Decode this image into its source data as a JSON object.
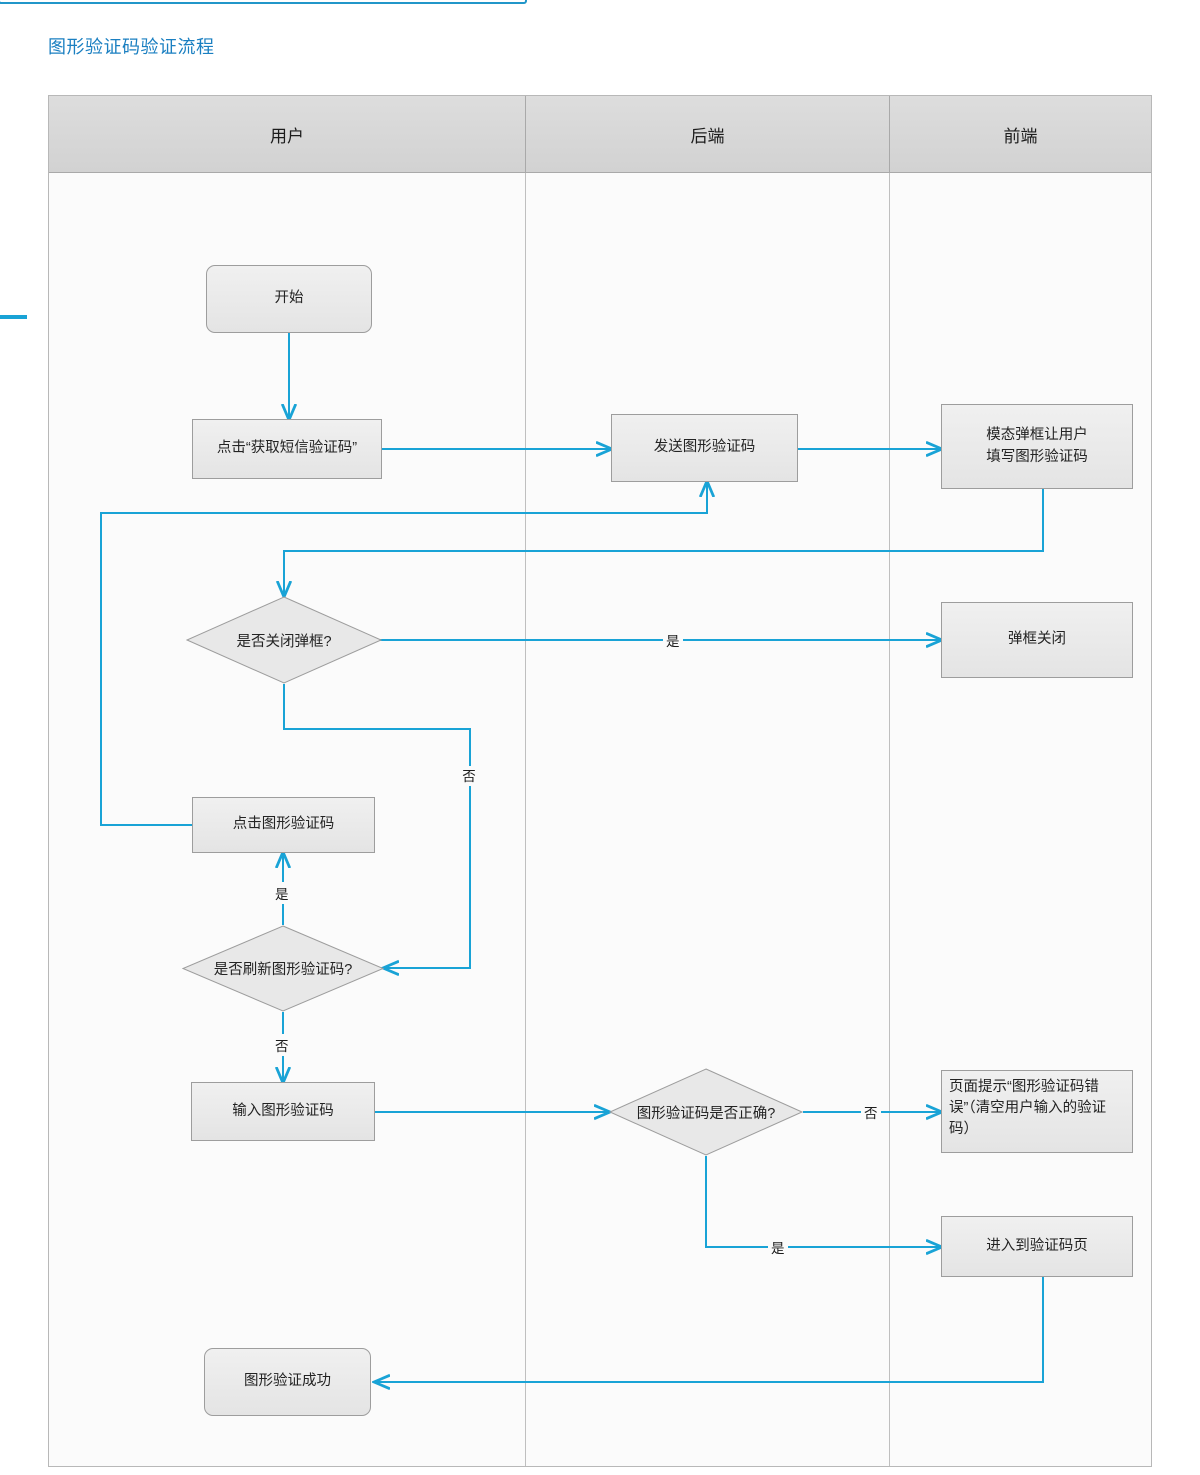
{
  "title": "图形验证码验证流程",
  "accent_color": "#1a7fc1",
  "link_color": "#19a3d6",
  "node_fill": "#ebebeb",
  "node_stroke": "#9d9d9d",
  "lanes": [
    {
      "id": "user",
      "label": "用户"
    },
    {
      "id": "backend",
      "label": "后端"
    },
    {
      "id": "frontend",
      "label": "前端"
    }
  ],
  "nodes": [
    {
      "id": "start",
      "lane": "user",
      "shape": "rounded-rect",
      "label": "开始"
    },
    {
      "id": "click-sms",
      "lane": "user",
      "shape": "rect",
      "label": "点击“获取短信验证码”"
    },
    {
      "id": "send-captcha",
      "lane": "backend",
      "shape": "rect",
      "label": "发送图形验证码"
    },
    {
      "id": "modal",
      "lane": "frontend",
      "shape": "rect",
      "label": "模态弹框让用户\n填写图形验证码"
    },
    {
      "id": "close-modal-q",
      "lane": "user",
      "shape": "diamond",
      "label": "是否关闭弹框?"
    },
    {
      "id": "modal-closed",
      "lane": "frontend",
      "shape": "rect",
      "label": "弹框关闭"
    },
    {
      "id": "click-captcha",
      "lane": "user",
      "shape": "rect",
      "label": "点击图形验证码"
    },
    {
      "id": "refresh-q",
      "lane": "user",
      "shape": "diamond",
      "label": "是否刷新图形验证码?"
    },
    {
      "id": "input-captcha",
      "lane": "user",
      "shape": "rect",
      "label": "输入图形验证码"
    },
    {
      "id": "correct-q",
      "lane": "backend",
      "shape": "diamond",
      "label": "图形验证码是否正确?"
    },
    {
      "id": "error-tip",
      "lane": "frontend",
      "shape": "rect",
      "label": "页面提示“图形验证码错误”（清空用户输入的验证码）"
    },
    {
      "id": "enter-sms",
      "lane": "frontend",
      "shape": "rect",
      "label": "进入到验证码页"
    },
    {
      "id": "success",
      "lane": "user",
      "shape": "rounded-rect",
      "label": "图形验证成功"
    }
  ],
  "edge_labels": {
    "close_yes": "是",
    "close_no": "否",
    "refresh_yes": "是",
    "refresh_no": "否",
    "correct_no": "否",
    "correct_yes": "是"
  },
  "edges": [
    {
      "from": "start",
      "to": "click-sms",
      "label": ""
    },
    {
      "from": "click-sms",
      "to": "send-captcha",
      "label": ""
    },
    {
      "from": "send-captcha",
      "to": "modal",
      "label": ""
    },
    {
      "from": "modal",
      "to": "close-modal-q",
      "label": ""
    },
    {
      "from": "close-modal-q",
      "to": "modal-closed",
      "label": "是"
    },
    {
      "from": "close-modal-q",
      "to": "refresh-q",
      "label": "否"
    },
    {
      "from": "refresh-q",
      "to": "click-captcha",
      "label": "是"
    },
    {
      "from": "click-captcha",
      "to": "send-captcha",
      "label": ""
    },
    {
      "from": "refresh-q",
      "to": "input-captcha",
      "label": "否"
    },
    {
      "from": "input-captcha",
      "to": "correct-q",
      "label": ""
    },
    {
      "from": "correct-q",
      "to": "error-tip",
      "label": "否"
    },
    {
      "from": "correct-q",
      "to": "enter-sms",
      "label": "是"
    },
    {
      "from": "enter-sms",
      "to": "success",
      "label": ""
    }
  ]
}
